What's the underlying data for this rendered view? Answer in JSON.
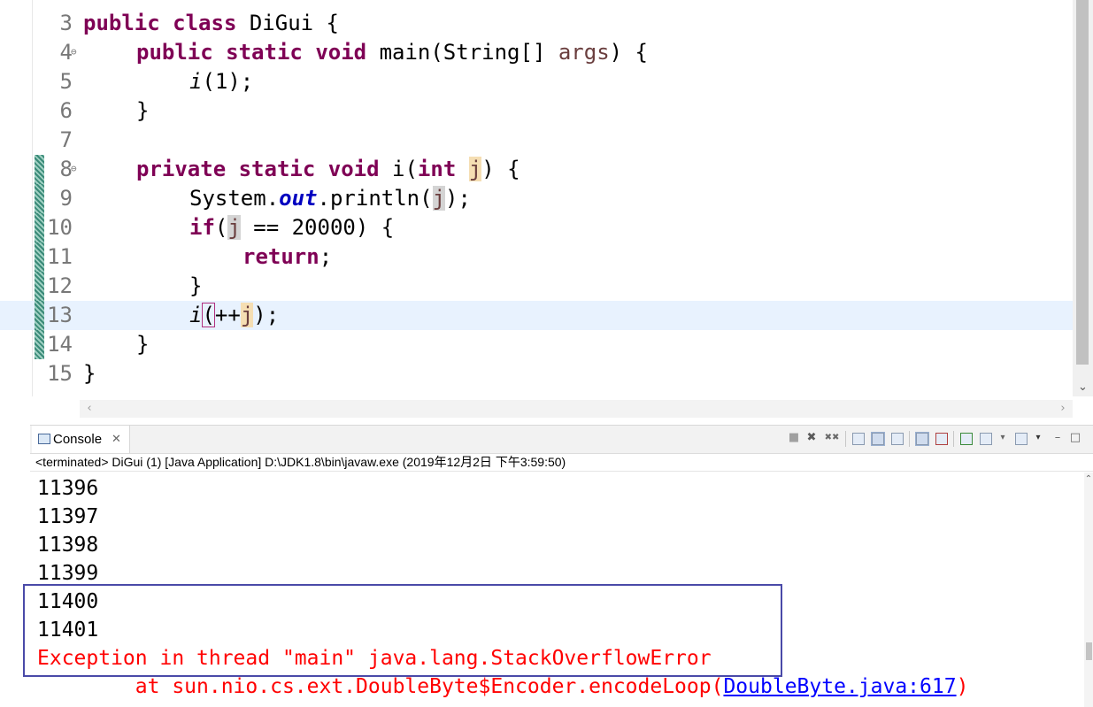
{
  "editor": {
    "lines": [
      {
        "n": "3",
        "folding": false,
        "changed": false,
        "current": false
      },
      {
        "n": "4",
        "folding": true,
        "changed": false,
        "current": false
      },
      {
        "n": "5",
        "folding": false,
        "changed": false,
        "current": false
      },
      {
        "n": "6",
        "folding": false,
        "changed": false,
        "current": false
      },
      {
        "n": "7",
        "folding": false,
        "changed": false,
        "current": false
      },
      {
        "n": "8",
        "folding": true,
        "changed": true,
        "current": false
      },
      {
        "n": "9",
        "folding": false,
        "changed": true,
        "current": false
      },
      {
        "n": "10",
        "folding": false,
        "changed": true,
        "current": false
      },
      {
        "n": "11",
        "folding": false,
        "changed": true,
        "current": false
      },
      {
        "n": "12",
        "folding": false,
        "changed": true,
        "current": false
      },
      {
        "n": "13",
        "folding": false,
        "changed": true,
        "current": true
      },
      {
        "n": "14",
        "folding": false,
        "changed": true,
        "current": false
      },
      {
        "n": "15",
        "folding": false,
        "changed": false,
        "current": false
      }
    ],
    "tokens": {
      "public": "public",
      "class": "class",
      "class_name": "DiGui",
      "open_brace": " {",
      "static": "static",
      "void": "void",
      "main_sig": "main(String[] ",
      "args": "args",
      "main_end": ") {",
      "call_i": "i",
      "call_arg": "(1);",
      "close_brace": "}",
      "private": "private",
      "method_name": " i(",
      "int": "int",
      "j": "j",
      "sig_end": ") {",
      "system": "System.",
      "out": "out",
      "println": ".println(",
      "println_end": ");",
      "if": "if",
      "if_open": "(",
      "if_rest": " == 20000) {",
      "return": "return",
      "semi": ";",
      "paren_open": "(",
      "plusplus": "++",
      "call_end": ");"
    }
  },
  "console": {
    "tab_label": "Console",
    "tab_close": "✕",
    "status": "<terminated> DiGui (1) [Java Application] D:\\JDK1.8\\bin\\javaw.exe (2019年12月2日 下午3:59:50)",
    "output": [
      "11396",
      "11397",
      "11398",
      "11399",
      "11400",
      "11401"
    ],
    "exception": "Exception in thread \"main\" java.lang.StackOverflowError",
    "trace_prefix": "        at sun.nio.cs.ext.DoubleByte$Encoder.encodeLoop(",
    "trace_link": "DoubleByte.java:617",
    "trace_suffix": ")"
  },
  "icons": {
    "fold": "⊖",
    "chev_down": "⌄",
    "chev_left": "‹",
    "chev_right": "›",
    "chev_up": "⌃",
    "stop": "■",
    "remove": "✖",
    "remove_all": "✖✖",
    "menu_arrow": "▾",
    "minimize": "–",
    "maximize": "□"
  }
}
